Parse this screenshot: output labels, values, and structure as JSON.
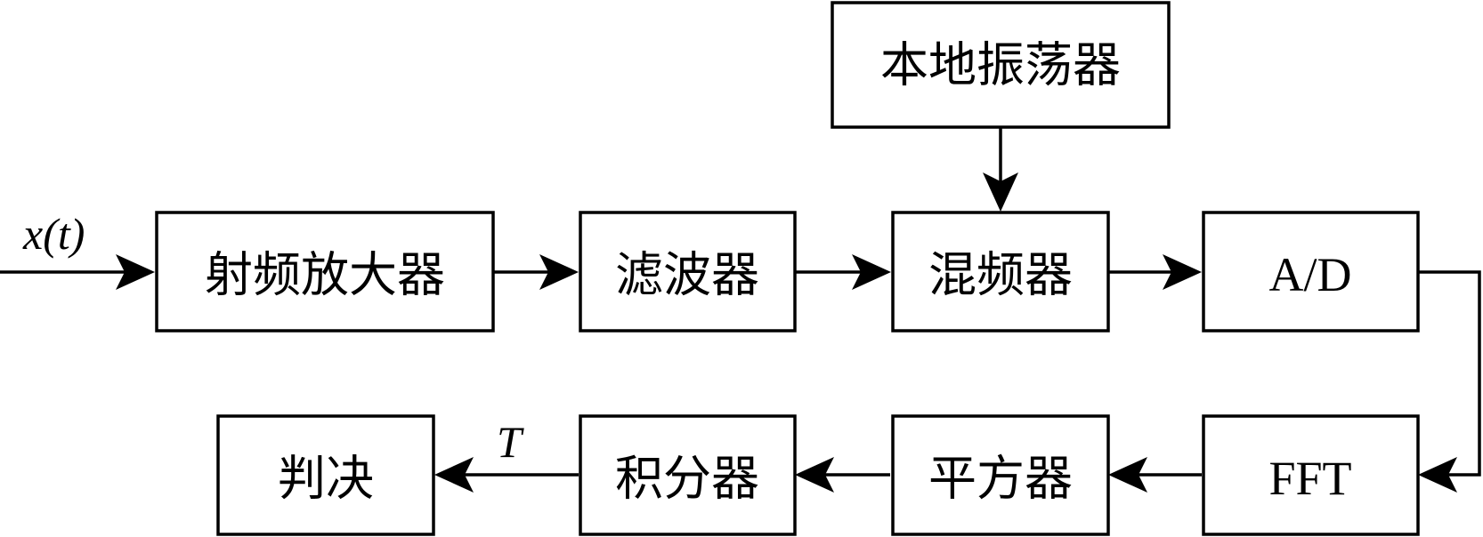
{
  "blocks": {
    "local_oscillator": "本地振荡器",
    "rf_amplifier": "射频放大器",
    "filter": "滤波器",
    "mixer": "混频器",
    "adc": "A/D",
    "fft": "FFT",
    "squarer": "平方器",
    "integrator": "积分器",
    "decision": "判决"
  },
  "signals": {
    "input": "x(t)",
    "threshold": "T"
  },
  "colors": {
    "stroke": "#000000",
    "background": "#ffffff"
  }
}
